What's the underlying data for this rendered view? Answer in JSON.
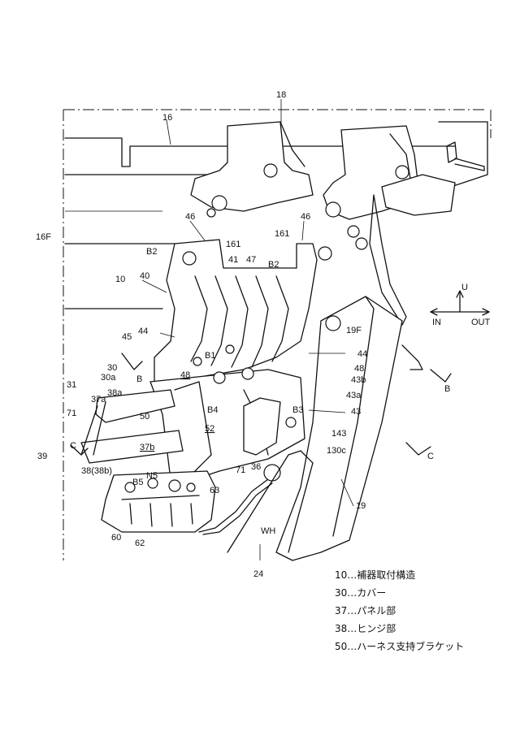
{
  "labels": {
    "l18": "18",
    "l16": "16",
    "l16F": "16F",
    "l46a": "46",
    "l46b": "46",
    "l161a": "161",
    "l161b": "161",
    "lB2a": "B2",
    "lB2b": "B2",
    "l40": "40",
    "l41": "41",
    "l47": "47",
    "l10": "10",
    "l44a": "44",
    "l44b": "44",
    "l45": "45",
    "lB1": "B1",
    "l30": "30",
    "l30a": "30a",
    "lB": "B",
    "l48a": "48",
    "l48b": "48",
    "l43b": "43b",
    "l43a": "43a",
    "l43": "43",
    "l31": "31",
    "l37a": "37a",
    "l38a": "38a",
    "lB4": "B4",
    "lB3": "B3",
    "l50": "50",
    "l71a": "71",
    "l52": "52",
    "l143": "143",
    "l130c": "130c",
    "lC1": "C",
    "l37b": "37b",
    "l39": "39",
    "l71b": "71",
    "l36": "36",
    "l38": "38(38b)",
    "lN5": "N5",
    "lB5": "B5",
    "l63": "63",
    "l60": "60",
    "l62": "62",
    "lWH": "WH",
    "l24": "24",
    "l19": "19",
    "l19F": "19F",
    "lB2r": "B",
    "lC2": "C",
    "lU": "U",
    "lIN": "IN",
    "lOUT": "OUT"
  },
  "legend": [
    "10…補器取付構造",
    "30…カバー",
    "37…パネル部",
    "38…ヒンジ部",
    "50…ハーネス支持ブラケット"
  ]
}
